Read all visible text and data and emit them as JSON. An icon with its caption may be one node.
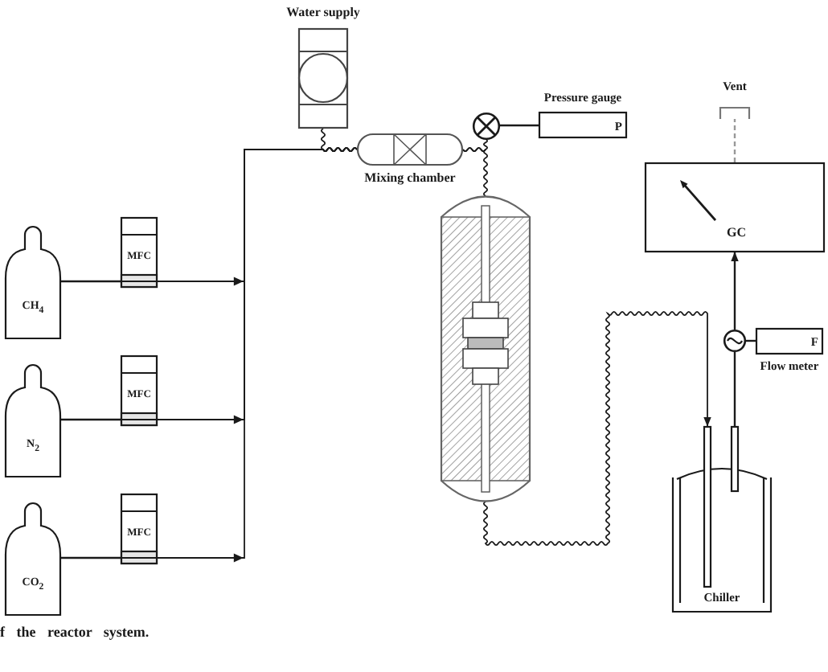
{
  "diagram": {
    "caption": "f the reactor system.",
    "nodes": [
      {
        "text": [
          "CH$_{4}$"
        ]
      },
      {
        "text": [
          "MFC"
        ]
      },
      {
        "text": [
          "N$_{2}$"
        ]
      },
      {
        "text": [
          "MFC"
        ]
      },
      {
        "text": [
          "CO$_{2}$"
        ]
      },
      {
        "text": [
          "MFC"
        ]
      },
      {
        "text": [
          "Water supply"
        ]
      },
      {
        "text": [
          "Mixing chamber"
        ]
      },
      {
        "text": [],
        "shape": "circle"
      },
      {
        "text": [
          "Pressure gauge",
          "P"
        ]
      },
      {
        "text": [],
        "shape": "cylinder"
      },
      {
        "text": [
          "Vent"
        ]
      },
      {
        "text": [
          "GC"
        ]
      },
      {
        "text": [],
        "shape": "circle"
      },
      {
        "text": [
          "F",
          "Flow meter"
        ]
      },
      {
        "text": [
          "Chiller"
        ]
      }
    ],
    "edges": [
      {
        "from": 0,
        "to": 1,
        "arrow": "none"
      },
      {
        "from": 1,
        "to": 7,
        "arrow": "to"
      },
      {
        "from": 2,
        "to": 3,
        "arrow": "none"
      },
      {
        "from": 3,
        "to": 7,
        "arrow": "to"
      },
      {
        "from": 4,
        "to": 5,
        "arrow": "none"
      },
      {
        "from": 5,
        "to": 7,
        "arrow": "to"
      },
      {
        "from": 6,
        "to": 7,
        "arrow": "none"
      },
      {
        "from": 7,
        "to": 8,
        "arrow": "none"
      },
      {
        "from": 7,
        "to": 10,
        "arrow": "none"
      },
      {
        "from": 8,
        "to": 9,
        "arrow": "none"
      },
      {
        "from": 10,
        "to": 15,
        "arrow": "to"
      },
      {
        "from": 15,
        "to": 13,
        "arrow": "none"
      },
      {
        "from": 13,
        "to": 14,
        "arrow": "none"
      },
      {
        "from": 13,
        "to": 12,
        "arrow": "to"
      },
      {
        "from": 12,
        "to": 11,
        "arrow": "none",
        "style": "dashed",
        "color": "#999999"
      }
    ]
  }
}
